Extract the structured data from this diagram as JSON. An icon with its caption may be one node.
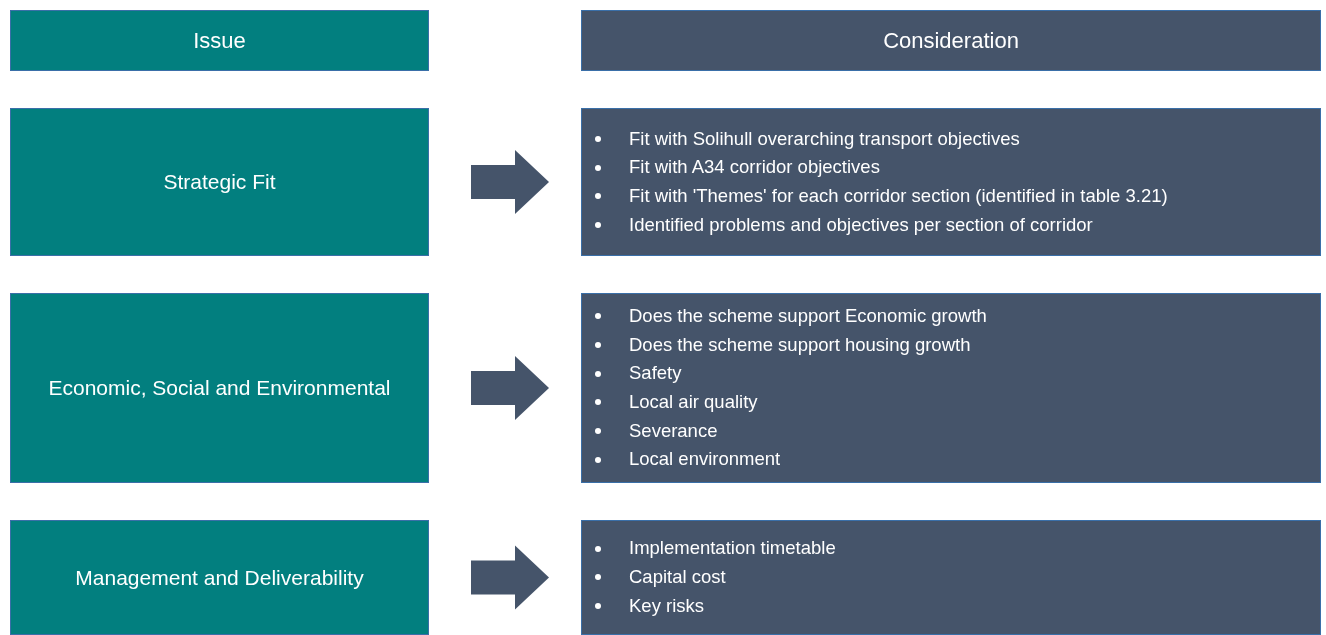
{
  "diagram": {
    "nodes": [
      {
        "text": [
          "Issue"
        ]
      },
      {
        "text": [
          "Consideration"
        ]
      },
      {
        "text": [
          "Strategic Fit"
        ]
      },
      {
        "text": [
          "Fit with Solihull overarching transport objectives",
          "Fit with A34 corridor objectives",
          "Fit with 'Themes' for each corridor section (identified in table 3.21)",
          "Identified problems and objectives per section of corridor"
        ]
      },
      {
        "text": [
          "Economic, Social and Environmental"
        ]
      },
      {
        "text": [
          "Does the scheme support Economic growth",
          "Does the scheme support housing growth",
          "Safety",
          "Local air quality",
          "Severance",
          "Local environment"
        ]
      },
      {
        "text": [
          "Management and Deliverability"
        ]
      },
      {
        "text": [
          "Implementation timetable",
          "Capital cost",
          "Key risks"
        ]
      }
    ],
    "edges": [
      {
        "from": 2,
        "to": 3,
        "arrow": "to"
      },
      {
        "from": 4,
        "to": 5,
        "arrow": "to"
      },
      {
        "from": 6,
        "to": 7,
        "arrow": "to"
      }
    ]
  }
}
